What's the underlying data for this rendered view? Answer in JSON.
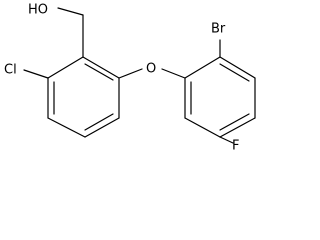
{
  "molecule": {
    "labels": {
      "hydroxyl": "HO",
      "chlorine": "Cl",
      "ether_oxygen": "O",
      "bromine": "Br",
      "fluorine": "F"
    },
    "colors": {
      "bond": "#000000",
      "text": "#000000",
      "background": "#ffffff"
    }
  }
}
